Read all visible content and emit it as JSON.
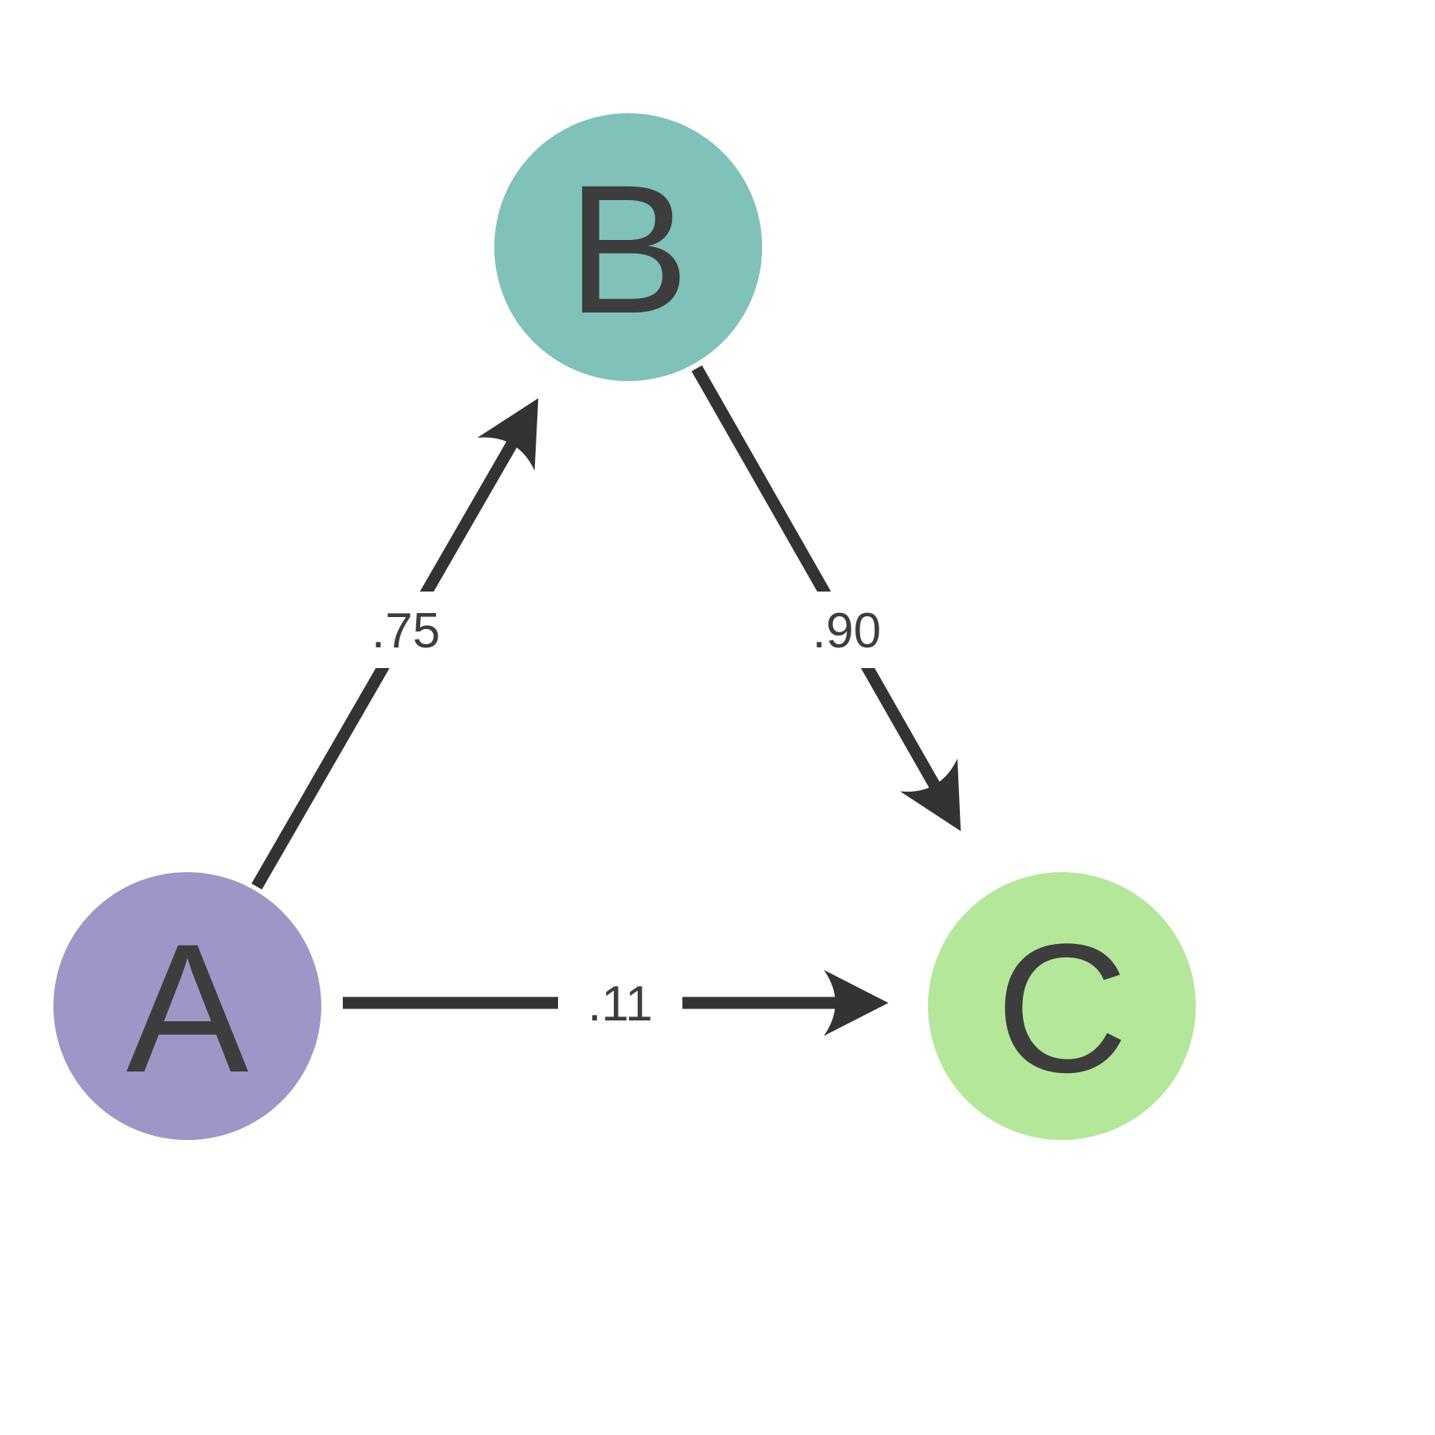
{
  "diagram": {
    "background": "#ffffff",
    "edge_color": "#333333",
    "label_color": "#3d3d3d",
    "nodes": [
      {
        "id": "A",
        "label": "A",
        "color": "#9c97c6"
      },
      {
        "id": "B",
        "label": "B",
        "color": "#80c1b9"
      },
      {
        "id": "C",
        "label": "C",
        "color": "#b5e79b"
      }
    ],
    "edges": [
      {
        "from": "A",
        "to": "B",
        "label": ".75"
      },
      {
        "from": "B",
        "to": "C",
        "label": ".90"
      },
      {
        "from": "A",
        "to": "C",
        "label": ".11"
      }
    ]
  }
}
